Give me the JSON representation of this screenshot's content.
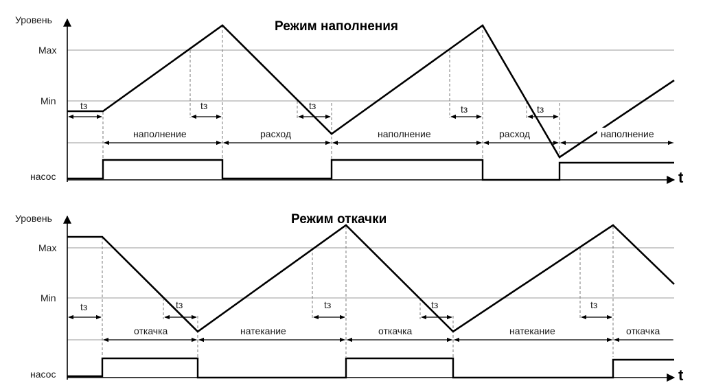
{
  "panels": [
    {
      "title": "Режим наполнения",
      "labels": {
        "level": "Уровень",
        "max": "Max",
        "min": "Min",
        "pump": "насос",
        "time": "t",
        "delay": "tз"
      },
      "phases": [
        "наполнение",
        "расход",
        "наполнение",
        "расход",
        "наполнение"
      ]
    },
    {
      "title": "Режим откачки",
      "labels": {
        "level": "Уровень",
        "max": "Max",
        "min": "Min",
        "pump": "насос",
        "time": "t",
        "delay": "tз"
      },
      "phases": [
        "откачка",
        "натекание",
        "откачка",
        "натекание",
        "откачка"
      ]
    }
  ],
  "colors": {
    "signal": "#000000",
    "reference_lines": "#9a9a9a",
    "dashed_lines": "#7a7a7a"
  }
}
